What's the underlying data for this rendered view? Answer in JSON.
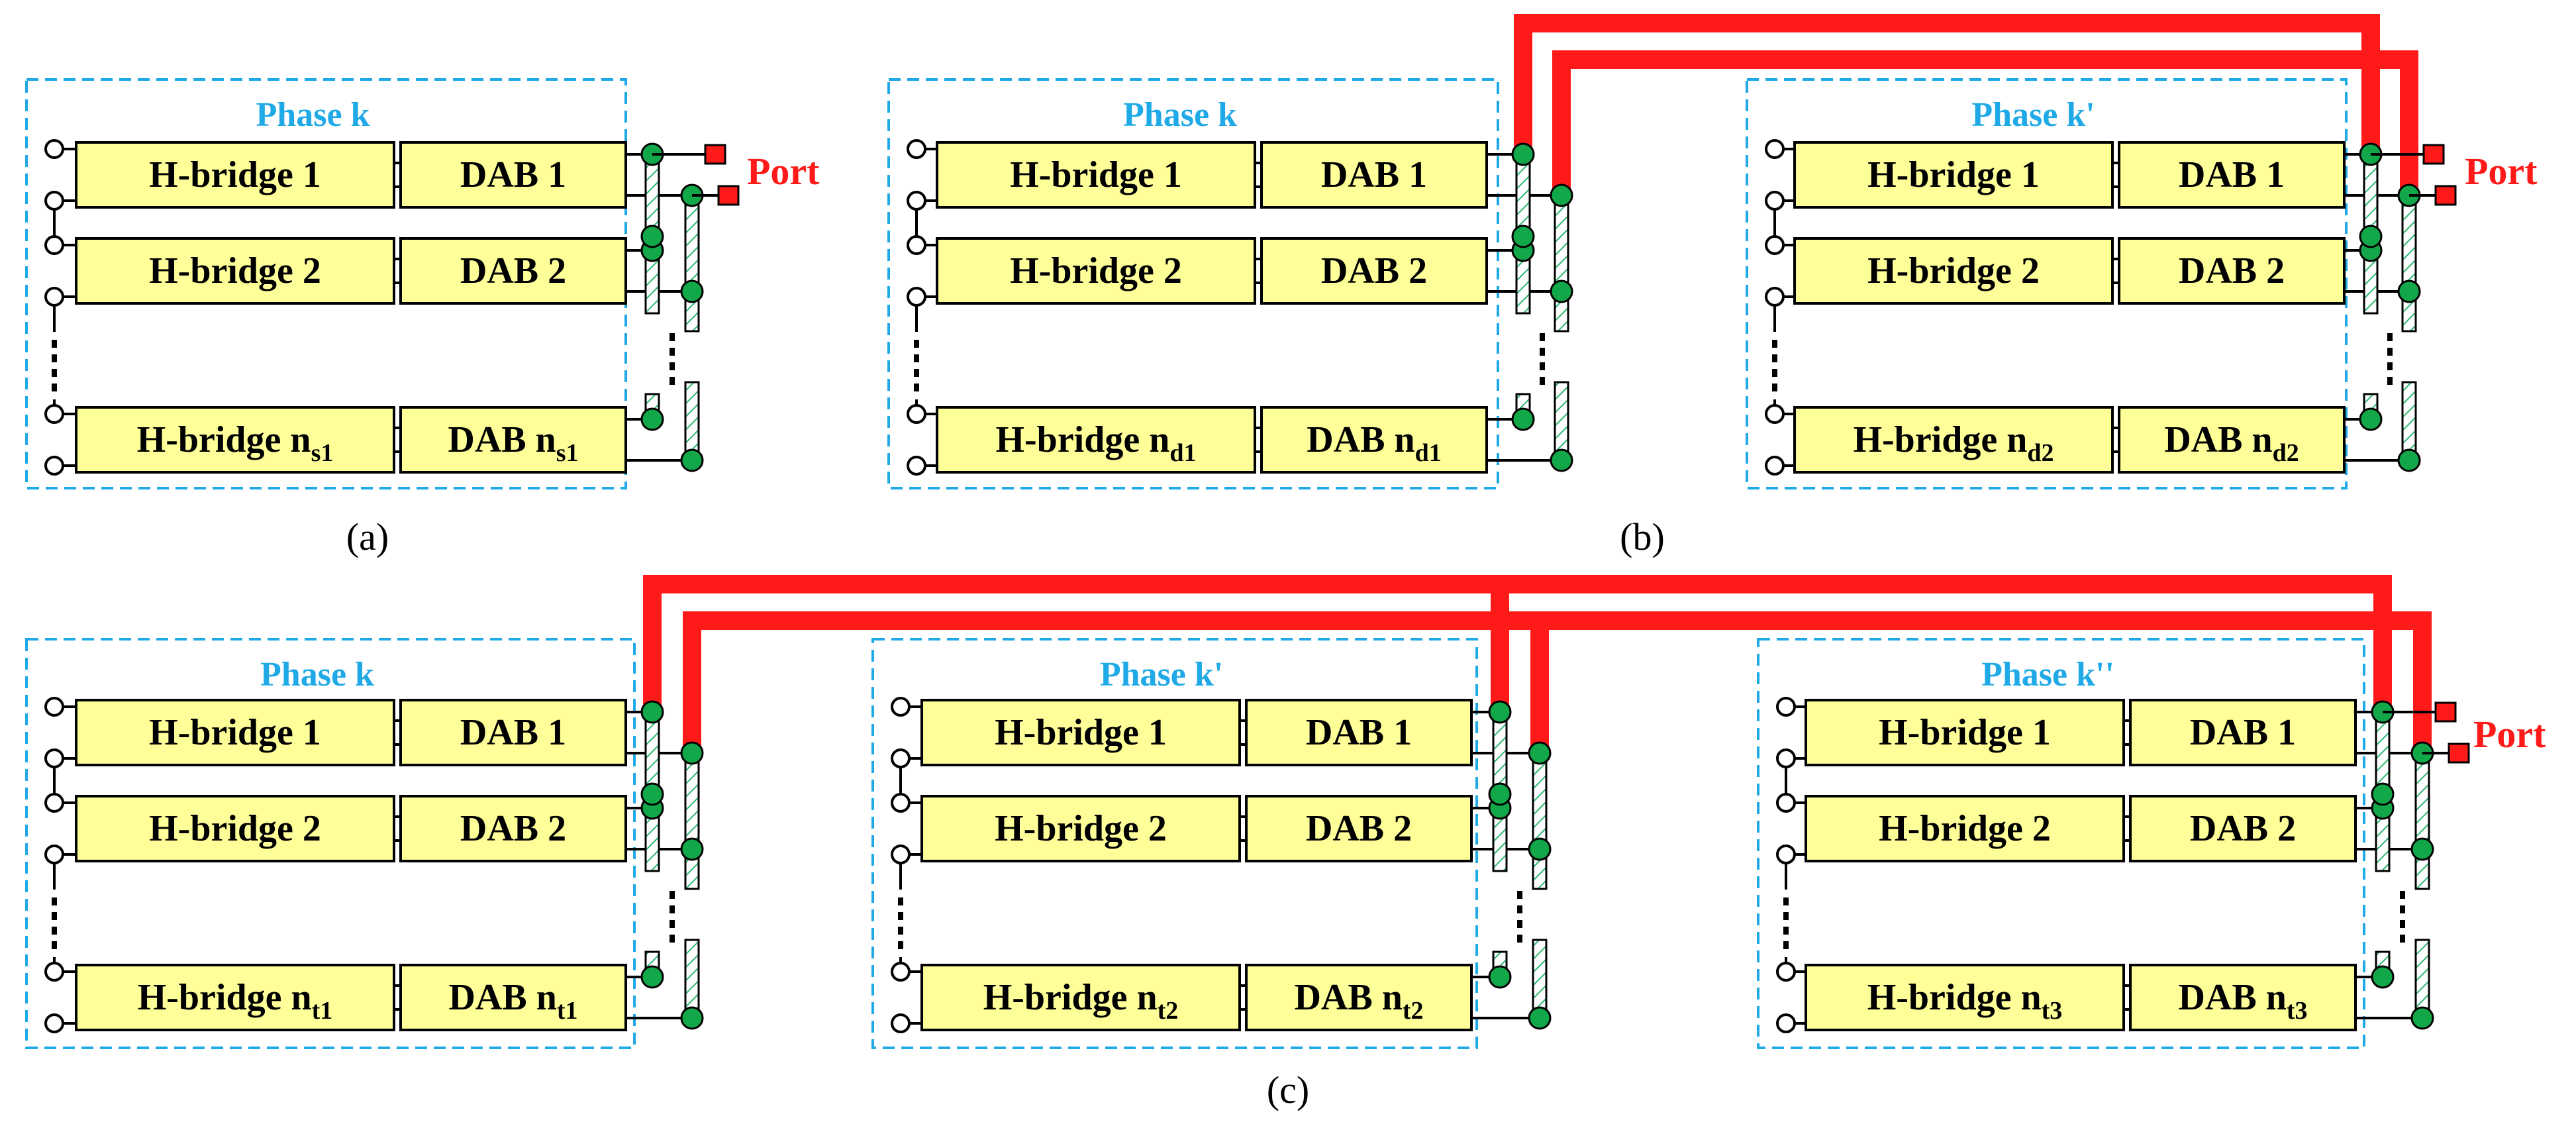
{
  "colors": {
    "box_fill": "#ffff99",
    "phase_border": "#1fa9e6",
    "bus_red": "#ff1a1a",
    "node_green": "#12a84a",
    "hatch_green": "#2eb872",
    "wire": "#000000"
  },
  "port_label": "Port",
  "panels": [
    {
      "caption": "(a)",
      "groups": [
        {
          "phase": "Phase k",
          "rows": [
            {
              "hb": "H-bridge 1",
              "dab": "DAB 1"
            },
            {
              "hb": "H-bridge 2",
              "dab": "DAB 2"
            },
            {
              "hb": "H-bridge n",
              "hb_sub": "s1",
              "dab": "DAB n",
              "dab_sub": "s1"
            }
          ]
        }
      ]
    },
    {
      "caption": "(b)",
      "groups": [
        {
          "phase": "Phase k",
          "rows": [
            {
              "hb": "H-bridge 1",
              "dab": "DAB 1"
            },
            {
              "hb": "H-bridge 2",
              "dab": "DAB 2"
            },
            {
              "hb": "H-bridge n",
              "hb_sub": "d1",
              "dab": "DAB n",
              "dab_sub": "d1"
            }
          ]
        },
        {
          "phase": "Phase k'",
          "rows": [
            {
              "hb": "H-bridge 1",
              "dab": "DAB 1"
            },
            {
              "hb": "H-bridge 2",
              "dab": "DAB 2"
            },
            {
              "hb": "H-bridge n",
              "hb_sub": "d2",
              "dab": "DAB n",
              "dab_sub": "d2"
            }
          ]
        }
      ]
    },
    {
      "caption": "(c)",
      "groups": [
        {
          "phase": "Phase k",
          "rows": [
            {
              "hb": "H-bridge 1",
              "dab": "DAB 1"
            },
            {
              "hb": "H-bridge 2",
              "dab": "DAB 2"
            },
            {
              "hb": "H-bridge n",
              "hb_sub": "t1",
              "dab": "DAB n",
              "dab_sub": "t1"
            }
          ]
        },
        {
          "phase": "Phase k'",
          "rows": [
            {
              "hb": "H-bridge 1",
              "dab": "DAB 1"
            },
            {
              "hb": "H-bridge 2",
              "dab": "DAB 2"
            },
            {
              "hb": "H-bridge n",
              "hb_sub": "t2",
              "dab": "DAB n",
              "dab_sub": "t2"
            }
          ]
        },
        {
          "phase": "Phase k''",
          "rows": [
            {
              "hb": "H-bridge 1",
              "dab": "DAB 1"
            },
            {
              "hb": "H-bridge 2",
              "dab": "DAB 2"
            },
            {
              "hb": "H-bridge n",
              "hb_sub": "t3",
              "dab": "DAB n",
              "dab_sub": "t3"
            }
          ]
        }
      ]
    }
  ]
}
